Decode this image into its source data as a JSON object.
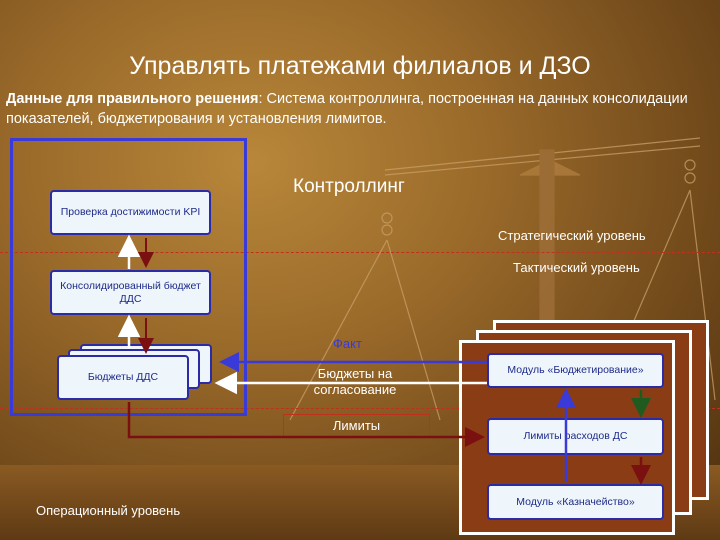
{
  "title": "Управлять платежами филиалов и ДЗО",
  "subtitle": {
    "bold": "Данные для правильного решения",
    "rest": ": Система контроллинга, построенная на данных консолидации показателей, бюджетирования и установления лимитов."
  },
  "controlling": "Контроллинг",
  "levels": {
    "strategic": "Стратегический уровень",
    "tactical": "Тактический уровень",
    "operational": "Операционный уровень"
  },
  "nodes": {
    "kpi": "Проверка достижимости KPI",
    "consolidated": "Консолидированный бюджет ДДС",
    "dds_budgets": "Бюджеты ДДС",
    "budgeting_module": "Модуль «Бюджетирование»",
    "limits": "Лимиты расходов ДС",
    "treasury_module": "Модуль «Казначейство»"
  },
  "flows": {
    "fact": "Факт",
    "approval": "Бюджеты на согласование",
    "limits": "Лимиты"
  },
  "colors": {
    "blue": "#3a3ad8",
    "dark_red": "#7a1010",
    "green": "#1f5a1f",
    "node_fill": "#eef6fb",
    "panel_fill": "#8a3c14"
  }
}
